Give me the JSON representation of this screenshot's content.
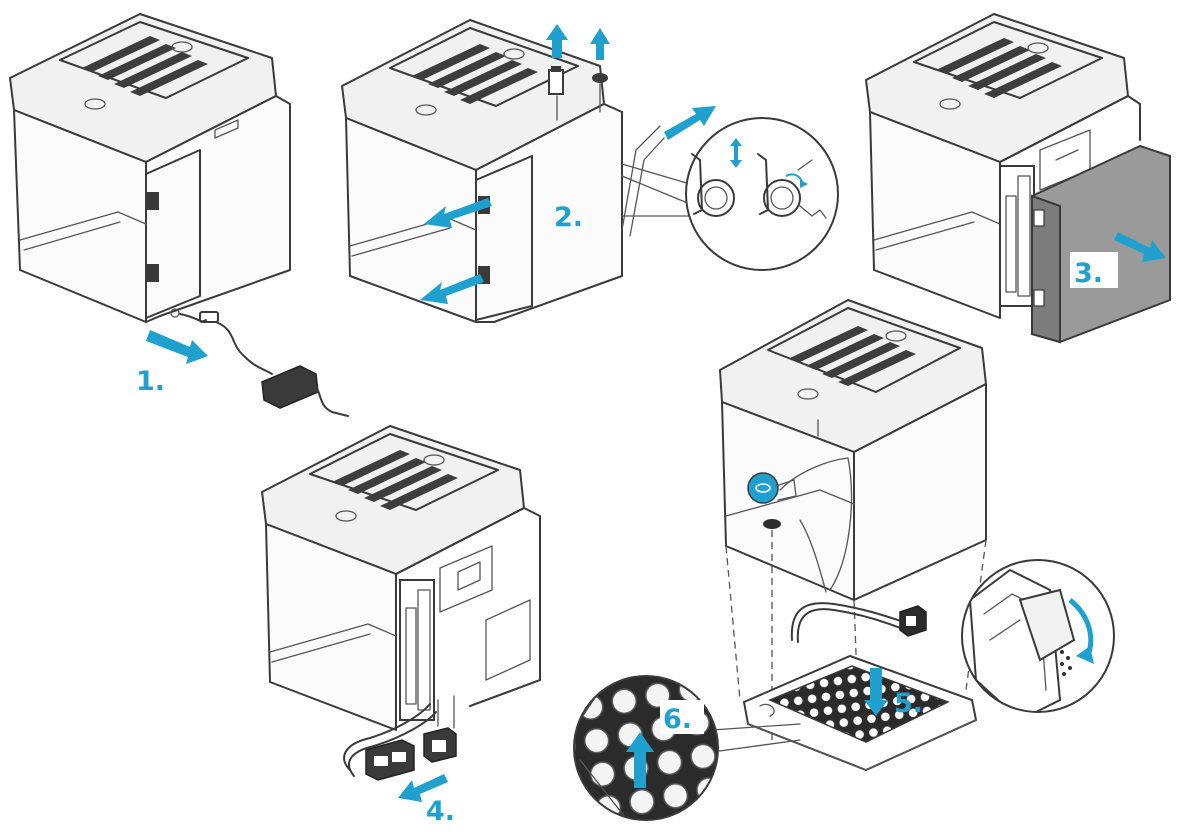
{
  "steps": [
    {
      "id": 1,
      "label": "1."
    },
    {
      "id": 2,
      "label": "2."
    },
    {
      "id": 3,
      "label": "3."
    },
    {
      "id": 4,
      "label": "4."
    },
    {
      "id": 5,
      "label": "5."
    },
    {
      "id": 6,
      "label": "6."
    }
  ],
  "colors": {
    "accent": "#1fa0cf",
    "line": "#3a3a3a",
    "panel": "#9a9a9a"
  }
}
